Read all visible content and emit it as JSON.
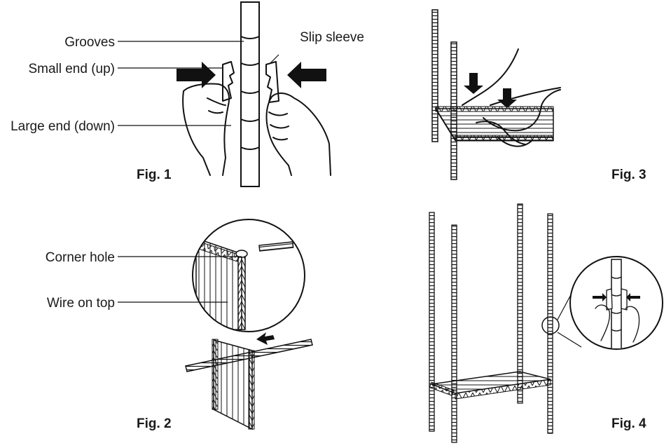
{
  "fig1": {
    "caption": "Fig. 1",
    "labels": {
      "grooves": "Grooves",
      "slip_sleeve": "Slip sleeve",
      "small_end": "Small end (up)",
      "large_end": "Large end (down)"
    }
  },
  "fig2": {
    "caption": "Fig. 2",
    "labels": {
      "corner_hole": "Corner hole",
      "wire_on_top": "Wire on top"
    }
  },
  "fig3": {
    "caption": "Fig. 3"
  },
  "fig4": {
    "caption": "Fig. 4"
  }
}
